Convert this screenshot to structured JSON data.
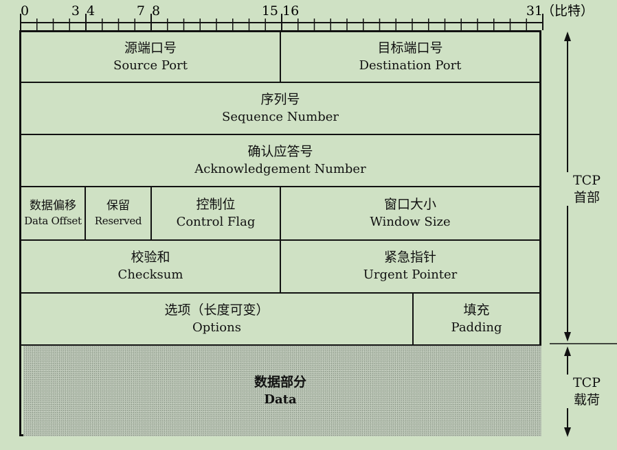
{
  "ruler": {
    "ticks": [
      "0",
      "3",
      "4",
      "7",
      "8",
      "15",
      "16",
      "31"
    ],
    "unit": "（比特）"
  },
  "header": {
    "source_port": {
      "cn": "源端口号",
      "en": "Source Port"
    },
    "destination_port": {
      "cn": "目标端口号",
      "en": "Destination Port"
    },
    "sequence_number": {
      "cn": "序列号",
      "en": "Sequence Number"
    },
    "acknowledgement_number": {
      "cn": "确认应答号",
      "en": "Acknowledgement Number"
    },
    "data_offset": {
      "cn": "数据偏移",
      "en": "Data Offset"
    },
    "reserved": {
      "cn": "保留",
      "en": "Reserved"
    },
    "control_flag": {
      "cn": "控制位",
      "en": "Control Flag"
    },
    "window_size": {
      "cn": "窗口大小",
      "en": "Window Size"
    },
    "checksum": {
      "cn": "校验和",
      "en": "Checksum"
    },
    "urgent_pointer": {
      "cn": "紧急指针",
      "en": "Urgent Pointer"
    },
    "options": {
      "cn": "选项（长度可变）",
      "en": "Options"
    },
    "padding": {
      "cn": "填充",
      "en": "Padding"
    }
  },
  "payload": {
    "cn": "数据部分",
    "en": "Data"
  },
  "side": {
    "header_label": {
      "line1": "TCP",
      "line2": "首部"
    },
    "payload_label": {
      "line1": "TCP",
      "line2": "载荷"
    }
  }
}
